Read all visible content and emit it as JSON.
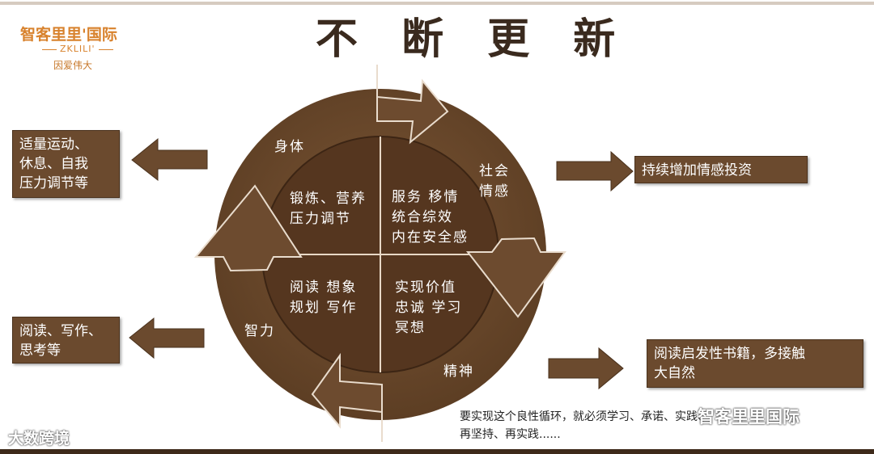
{
  "logo": {
    "main": "智客里里'国际",
    "sub": "ZKLILI'",
    "tagline": "因爱伟大"
  },
  "title": "不 断 更 新",
  "cycle": {
    "body": "身体",
    "social": "社会情感",
    "intellect": "智力",
    "spirit": "精神"
  },
  "quadrants": {
    "top_left": [
      "锻炼、营养",
      "压力调节"
    ],
    "top_right": [
      "服务 移情",
      "统合综效",
      "内在安全感"
    ],
    "bottom_left": [
      "阅读 想象",
      "规划 写作"
    ],
    "bottom_right": [
      "实现价值",
      "忠诚 学习",
      "冥想"
    ]
  },
  "side_boxes": {
    "body": [
      "适量运动、",
      "休息、自我",
      "压力调节等"
    ],
    "social": [
      "持续增加情感投资"
    ],
    "intellect": [
      "阅读、写作、",
      "思考等"
    ],
    "spirit": [
      "阅读启发性书籍，多接触",
      "大自然"
    ]
  },
  "footnote": [
    "要实现这个良性循环，就必须学习、承诺、实践、",
    "再坚持、再实践......"
  ],
  "watermarks": [
    "大数跨境",
    "智客里里国际"
  ],
  "colors": {
    "brown": "#6b4a2e",
    "dark_brown": "#4a2f1c",
    "inner": "#55361f",
    "logo_orange": "#d8822d"
  }
}
